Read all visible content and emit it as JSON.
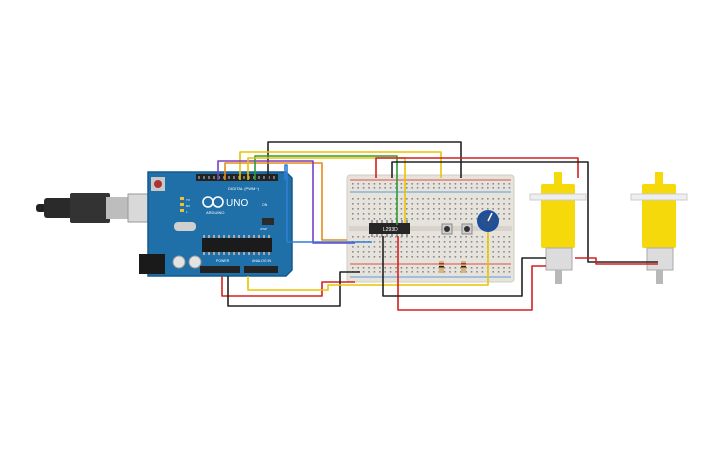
{
  "arduino": {
    "brand": "UNO",
    "logo_text": "ARDUINO",
    "digital_header": "DIGITAL (PWM~)",
    "analog_header": "ANALOG IN",
    "power_header": "POWER",
    "tx_label": "TX",
    "rx_label": "RX",
    "l_label": "L",
    "on_label": "ON",
    "icsp_label": "ICSP"
  },
  "chip": {
    "label": "L293D"
  },
  "colors": {
    "board": "#1f6fa8",
    "breadboard": "#e6e3dc",
    "motor_body": "#f5d90a",
    "wire_red": "#d42020",
    "wire_black": "#222222",
    "wire_yellow": "#e8c400",
    "wire_orange": "#e88a1a",
    "wire_green": "#2e9a3a",
    "wire_blue": "#2f7fd6",
    "wire_purple": "#7a3fc4",
    "potentiometer": "#1d4f9c"
  }
}
